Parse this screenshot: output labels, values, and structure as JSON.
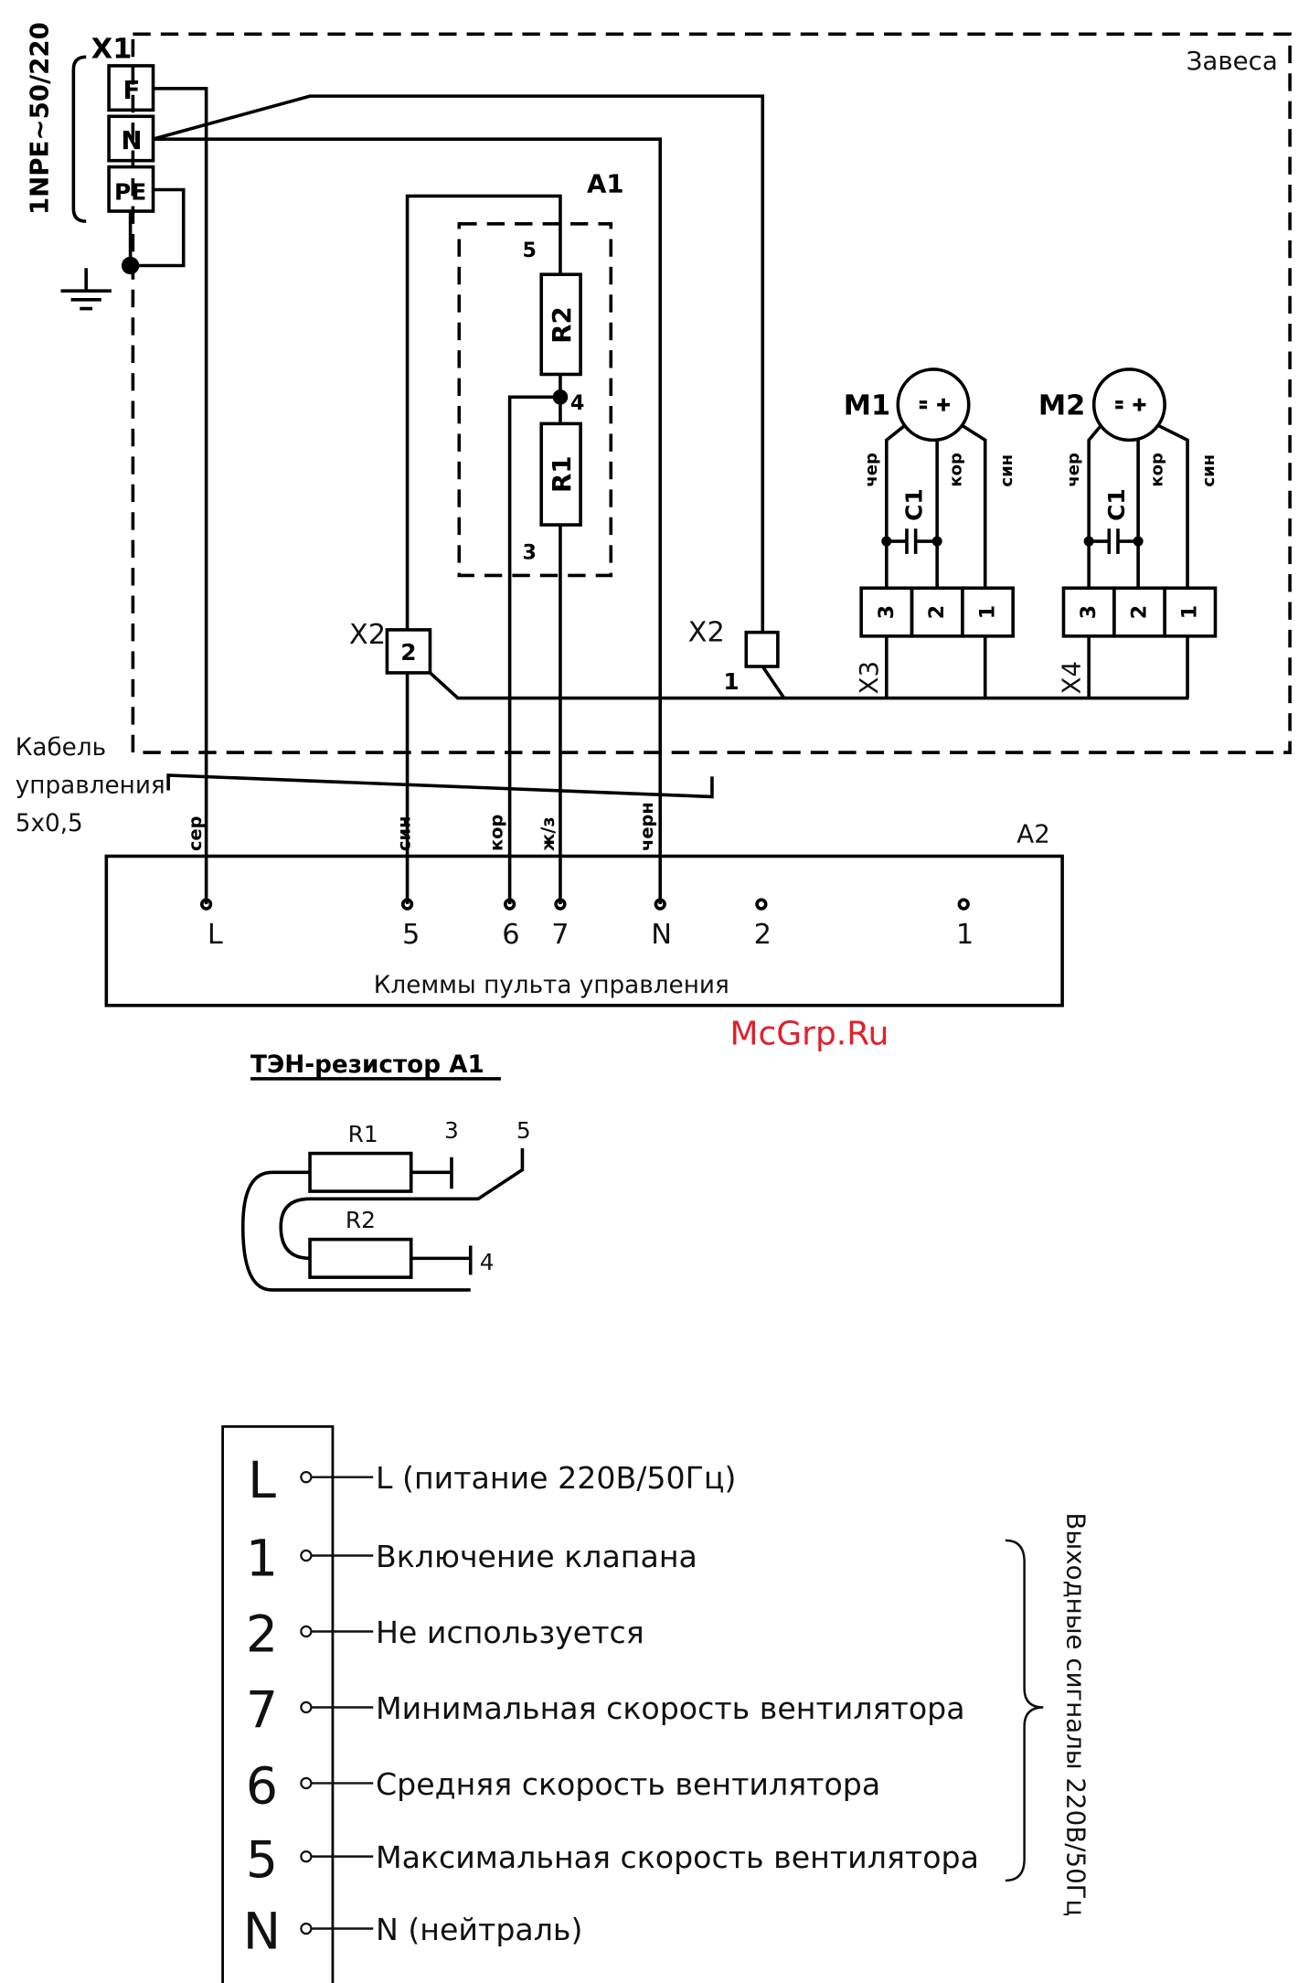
{
  "supply_label": "1NPE~50/220",
  "x1": {
    "label": "X1",
    "terminals": [
      "F",
      "N",
      "PE"
    ]
  },
  "enclosure_label": "Завеса",
  "a1": {
    "label": "A1",
    "r2": "R2",
    "r1": "R1",
    "pin5": "5",
    "pin4": "4",
    "pin3": "3"
  },
  "x2": {
    "label_left": "X2",
    "pin_left": "2",
    "label_right": "X2",
    "pin_right": "1"
  },
  "motors": [
    {
      "label": "M1",
      "block": "X3",
      "wires": [
        "чер",
        "кор",
        "син"
      ],
      "cap": "C1",
      "pins": [
        "3",
        "2",
        "1"
      ]
    },
    {
      "label": "M2",
      "block": "X4",
      "wires": [
        "чер",
        "кор",
        "син"
      ],
      "cap": "C1",
      "pins": [
        "3",
        "2",
        "1"
      ]
    }
  ],
  "cable": {
    "line1": "Кабель",
    "line2": "управления",
    "line3": "5x0,5"
  },
  "cable_wires": [
    "сер",
    "син",
    "кор",
    "ж/з",
    "черн"
  ],
  "a2": {
    "label": "A2",
    "terminals": [
      "L",
      "5",
      "6",
      "7",
      "N",
      "2",
      "1"
    ],
    "title": "Клеммы пульта управления"
  },
  "watermark": "McGrp.Ru",
  "heater": {
    "title": "ТЭН-резистор А1",
    "r1": "R1",
    "r2": "R2",
    "p3": "3",
    "p5": "5",
    "p4": "4"
  },
  "legend": {
    "rows": [
      {
        "pin": "L",
        "text": "L (питание 220В/50Гц)"
      },
      {
        "pin": "1",
        "text": "Включение клапана"
      },
      {
        "pin": "2",
        "text": "Не используется"
      },
      {
        "pin": "7",
        "text": "Минимальная скорость вентилятора"
      },
      {
        "pin": "6",
        "text": "Средняя скорость вентилятора"
      },
      {
        "pin": "5",
        "text": "Максимальная скорость вентилятора"
      },
      {
        "pin": "N",
        "text": "N (нейтраль)"
      }
    ],
    "group_label": "Выходные сигналы 220В/50Гц"
  }
}
